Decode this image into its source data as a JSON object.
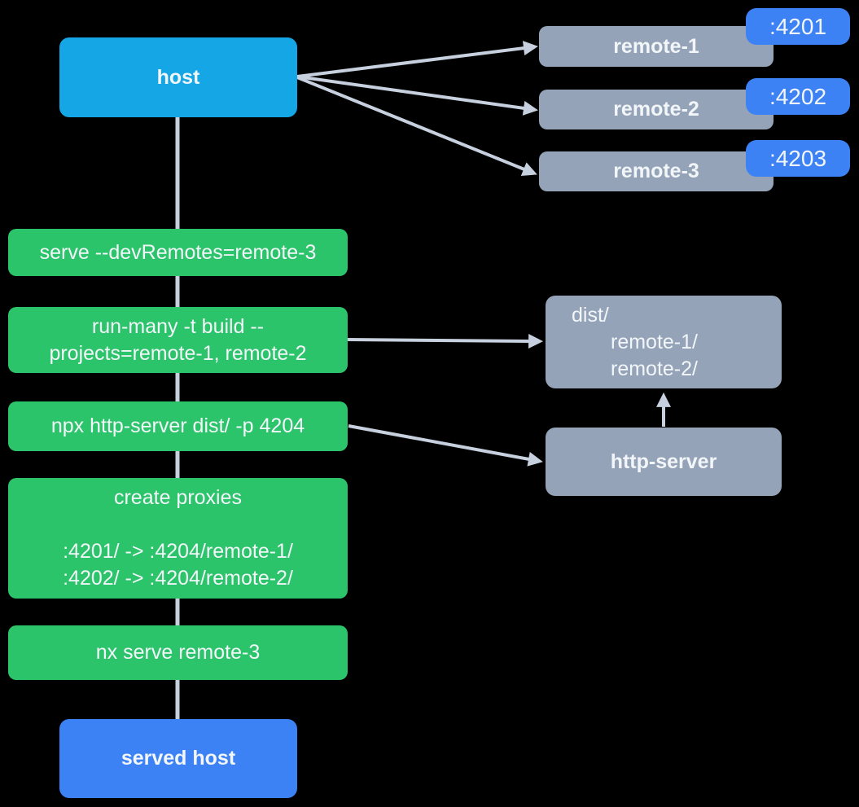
{
  "colors": {
    "cyan": "#15a6e5",
    "blue": "#3d82f4",
    "green": "#2cc46a",
    "gray": "#94a3b8",
    "arrow": "#c7d0de",
    "text": "#f2f6f9"
  },
  "nodes": {
    "host": {
      "label": "host"
    },
    "remotes": [
      {
        "label": "remote-1",
        "port": ":4201"
      },
      {
        "label": "remote-2",
        "port": ":4202"
      },
      {
        "label": "remote-3",
        "port": ":4203"
      }
    ],
    "commands": [
      {
        "lines": [
          "serve --devRemotes=remote-3"
        ]
      },
      {
        "lines": [
          "run-many -t build --",
          "projects=remote-1, remote-2"
        ]
      },
      {
        "lines": [
          "npx http-server dist/ -p 4204"
        ]
      },
      {
        "lines": [
          "create proxies",
          "",
          ":4201/ -> :4204/remote-1/",
          ":4202/ -> :4204/remote-2/"
        ]
      },
      {
        "lines": [
          "nx serve remote-3"
        ]
      }
    ],
    "dist": {
      "lines": [
        "dist/",
        "remote-1/",
        "remote-2/"
      ]
    },
    "http_server": {
      "label": "http-server"
    },
    "served_host": {
      "label": "served host"
    }
  },
  "connections": [
    {
      "from": "host",
      "to": "remote-1",
      "type": "arrow"
    },
    {
      "from": "host",
      "to": "remote-2",
      "type": "arrow"
    },
    {
      "from": "host",
      "to": "remote-3",
      "type": "arrow"
    },
    {
      "from": "run-many-build",
      "to": "dist",
      "type": "arrow"
    },
    {
      "from": "npx-http-server",
      "to": "http-server",
      "type": "arrow"
    },
    {
      "from": "http-server",
      "to": "dist",
      "type": "arrow"
    },
    {
      "from": "host",
      "to": "served-host",
      "type": "line"
    }
  ]
}
